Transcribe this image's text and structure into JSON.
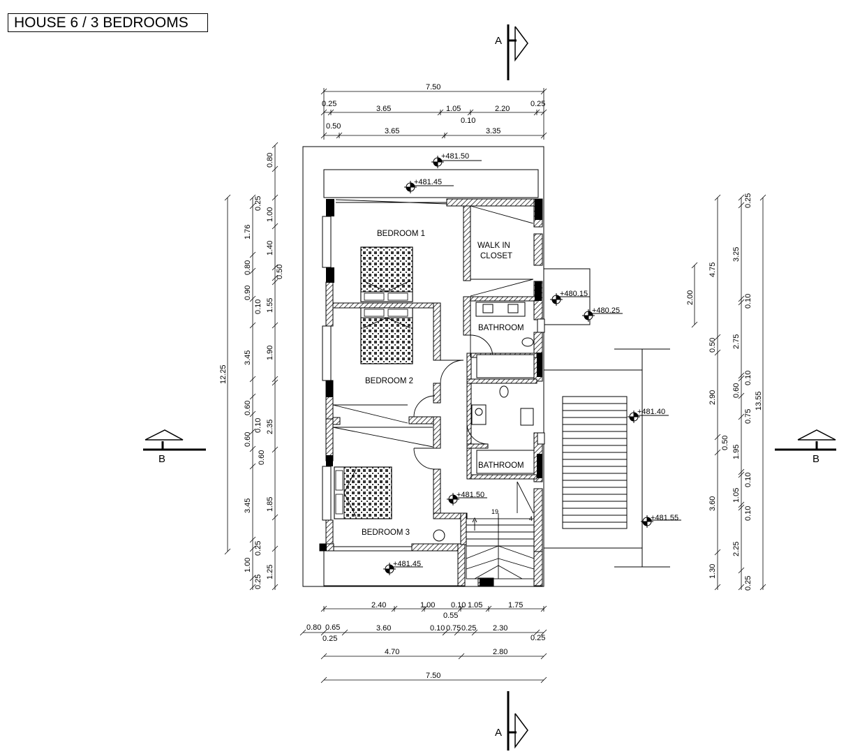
{
  "title": "HOUSE 6 / 3 BEDROOMS",
  "rooms": {
    "bedroom1": "BEDROOM 1",
    "walkin1": "WALK IN",
    "walkin2": "CLOSET",
    "bathroom_top": "BATHROOM",
    "bedroom2": "BEDROOM 2",
    "bathroom_bottom": "BATHROOM",
    "bedroom3": "BEDROOM 3"
  },
  "levels": {
    "l1": "+481.50",
    "l2": "+481.45",
    "l3": "+480.15",
    "l4": "+480.25",
    "l5": "+481.40",
    "l6": "+481.50",
    "l7": "+481.55",
    "l8": "+481.45"
  },
  "sections": {
    "a": "A",
    "b": "B"
  },
  "stairs": {
    "top": "19",
    "bottom": "4"
  },
  "dims_top": {
    "total": "7.50",
    "r2": [
      "0.25",
      "3.65",
      "1.05",
      "2.20",
      "0.25"
    ],
    "r2_sub": "0.10",
    "r3": [
      "0.50",
      "3.65",
      "3.35"
    ]
  },
  "dims_bottom": {
    "r1": [
      "2.40",
      "1.00",
      "0.10",
      "1.05",
      "1.75"
    ],
    "r1_sub": "0.55",
    "r2": [
      "0.80",
      "0.65",
      "3.60",
      "0.10",
      "0.75",
      "0.25",
      "2.30"
    ],
    "r2_sub_a": "0.25",
    "r2_sub_b": "0.25",
    "r3": [
      "4.70",
      "2.80"
    ],
    "total": "7.50"
  },
  "dims_left": {
    "total": "12.25",
    "c1": [
      "1.76",
      "3.45",
      "0.60",
      "0.60",
      "0.60",
      "3.45",
      "0.25"
    ],
    "c2": [
      "0.80",
      "0.25",
      "1.00",
      "1.40",
      "0.50",
      "0.80",
      "0.90",
      "0.10",
      "1.55",
      "1.90",
      "0.10",
      "2.35",
      "1.85",
      "1.00",
      "0.25",
      "1.25"
    ]
  },
  "dims_right": {
    "total": "13.55",
    "c1": [
      "2.00",
      "4.75",
      "0.50",
      "2.90",
      "0.50",
      "3.60",
      "1.30"
    ],
    "c2": [
      "0.25",
      "3.25",
      "0.10",
      "2.75",
      "0.10",
      "0.60",
      "0.75",
      "1.95",
      "0.10",
      "1.05",
      "0.10",
      "2.25",
      "0.25"
    ]
  }
}
